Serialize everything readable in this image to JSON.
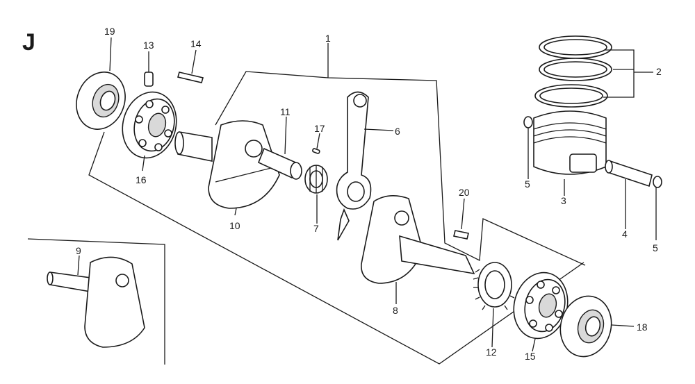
{
  "diagram": {
    "section_letter": "J",
    "callouts": {
      "c1": "1",
      "c2": "2",
      "c3": "3",
      "c4": "4",
      "c5a": "5",
      "c5b": "5",
      "c6": "6",
      "c7": "7",
      "c8": "8",
      "c9": "9",
      "c10": "10",
      "c11": "11",
      "c12": "12",
      "c13": "13",
      "c14": "14",
      "c15": "15",
      "c16": "16",
      "c17": "17",
      "c18": "18",
      "c19": "19",
      "c20": "20"
    }
  }
}
